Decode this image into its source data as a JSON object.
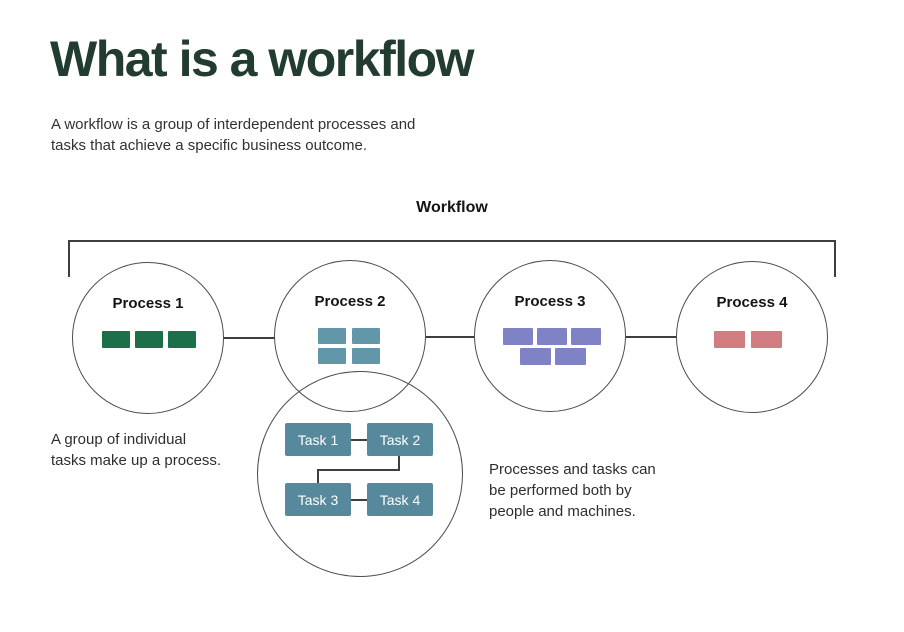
{
  "header": {
    "title": "What is a workflow",
    "subtitle_lines": [
      "A workflow is a group of interdependent processes and",
      "tasks that achieve a specific business outcome."
    ]
  },
  "diagram": {
    "bracket_label": "Workflow",
    "processes": [
      {
        "label": "Process 1",
        "block_count": 3
      },
      {
        "label": "Process 2",
        "block_count": 4
      },
      {
        "label": "Process 3",
        "block_count": 5
      },
      {
        "label": "Process 4",
        "block_count": 2
      }
    ],
    "tasks": [
      {
        "label": "Task 1"
      },
      {
        "label": "Task 2"
      },
      {
        "label": "Task 3"
      },
      {
        "label": "Task 4"
      }
    ],
    "caption_left_lines": [
      "A group of individual",
      "tasks make up a process."
    ],
    "caption_right_lines": [
      "Processes and tasks can",
      "be performed both by",
      "people and machines."
    ]
  },
  "colors": {
    "title_green": "#223c2f",
    "process1_green": "#1c6f48",
    "process2_teal": "#6197a9",
    "process3_purple": "#7f83c6",
    "process4_salmon": "#d17c80",
    "task_teal": "#56899c"
  }
}
